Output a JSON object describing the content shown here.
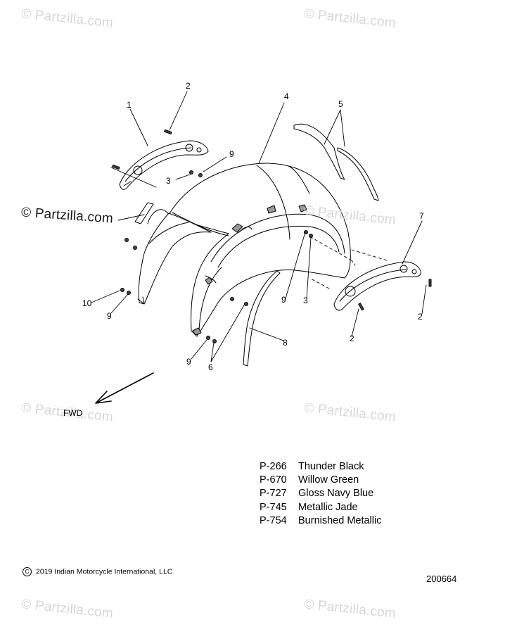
{
  "watermark": "© Partzilla.com",
  "callouts": [
    "1",
    "2",
    "3",
    "4",
    "5",
    "6",
    "7",
    "8",
    "9",
    "10"
  ],
  "direction_label": "FWD",
  "paint_codes": [
    {
      "code": "P-266",
      "name": "Thunder Black"
    },
    {
      "code": "P-670",
      "name": "Willow Green"
    },
    {
      "code": "P-727",
      "name": "Gloss Navy Blue"
    },
    {
      "code": "P-745",
      "name": "Metallic Jade"
    },
    {
      "code": "P-754",
      "name": "Burnished Metallic"
    }
  ],
  "copyright": "2019 Indian Motorcycle International, LLC",
  "drawing_number": "200664"
}
